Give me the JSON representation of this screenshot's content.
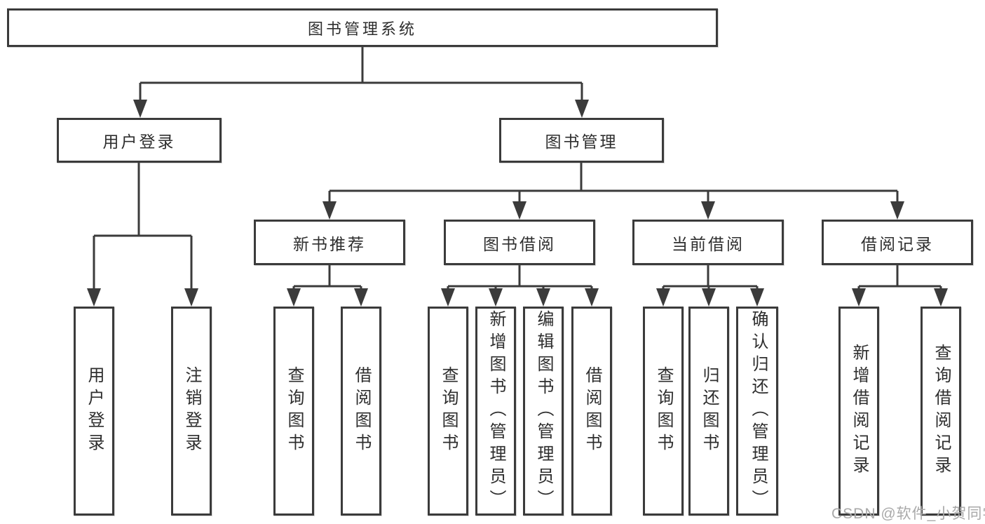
{
  "tree": {
    "root": {
      "label": "图书管理系统",
      "children": [
        {
          "label": "用户登录",
          "children": [
            {
              "label": "用户登录"
            },
            {
              "label": "注销登录"
            }
          ]
        },
        {
          "label": "图书管理",
          "children": [
            {
              "label": "新书推荐",
              "children": [
                {
                  "label": "查询图书"
                },
                {
                  "label": "借阅图书"
                }
              ]
            },
            {
              "label": "图书借阅",
              "children": [
                {
                  "label": "查询图书"
                },
                {
                  "label": "新增图书（管理员）"
                },
                {
                  "label": "编辑图书（管理员）"
                },
                {
                  "label": "借阅图书"
                }
              ]
            },
            {
              "label": "当前借阅",
              "children": [
                {
                  "label": "查询图书"
                },
                {
                  "label": "归还图书"
                },
                {
                  "label": "确认归还（管理员）"
                }
              ]
            },
            {
              "label": "借阅记录",
              "children": [
                {
                  "label": "新增借阅记录"
                },
                {
                  "label": "查询借阅记录"
                }
              ]
            }
          ]
        }
      ]
    }
  },
  "watermark": {
    "text": "CSDN @软件_小贺同学"
  },
  "colors": {
    "line": "#3b3b3b",
    "box_border": "#3b3b3b",
    "text": "#2e2e2e",
    "watermark": "#a9a9a9",
    "background": "#ffffff"
  }
}
